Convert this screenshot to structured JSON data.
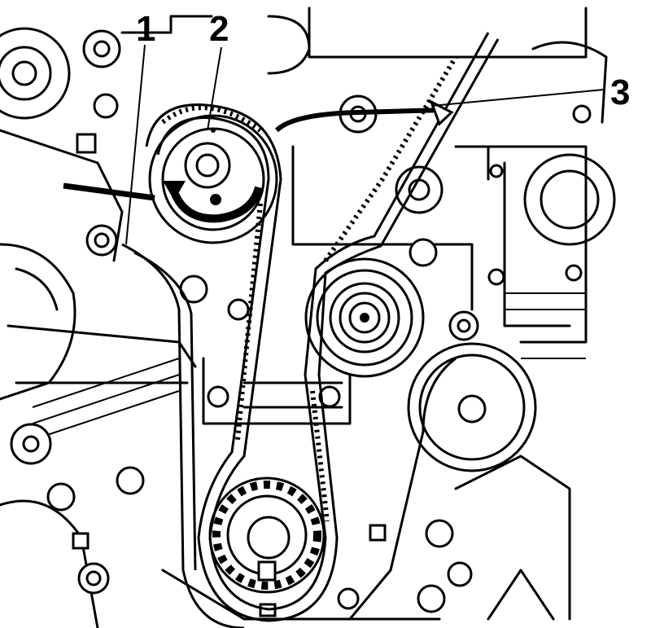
{
  "callouts": {
    "one": "1",
    "two": "2",
    "three": "3"
  },
  "colors": {
    "ink": "#000000",
    "paper": "#ffffff"
  }
}
